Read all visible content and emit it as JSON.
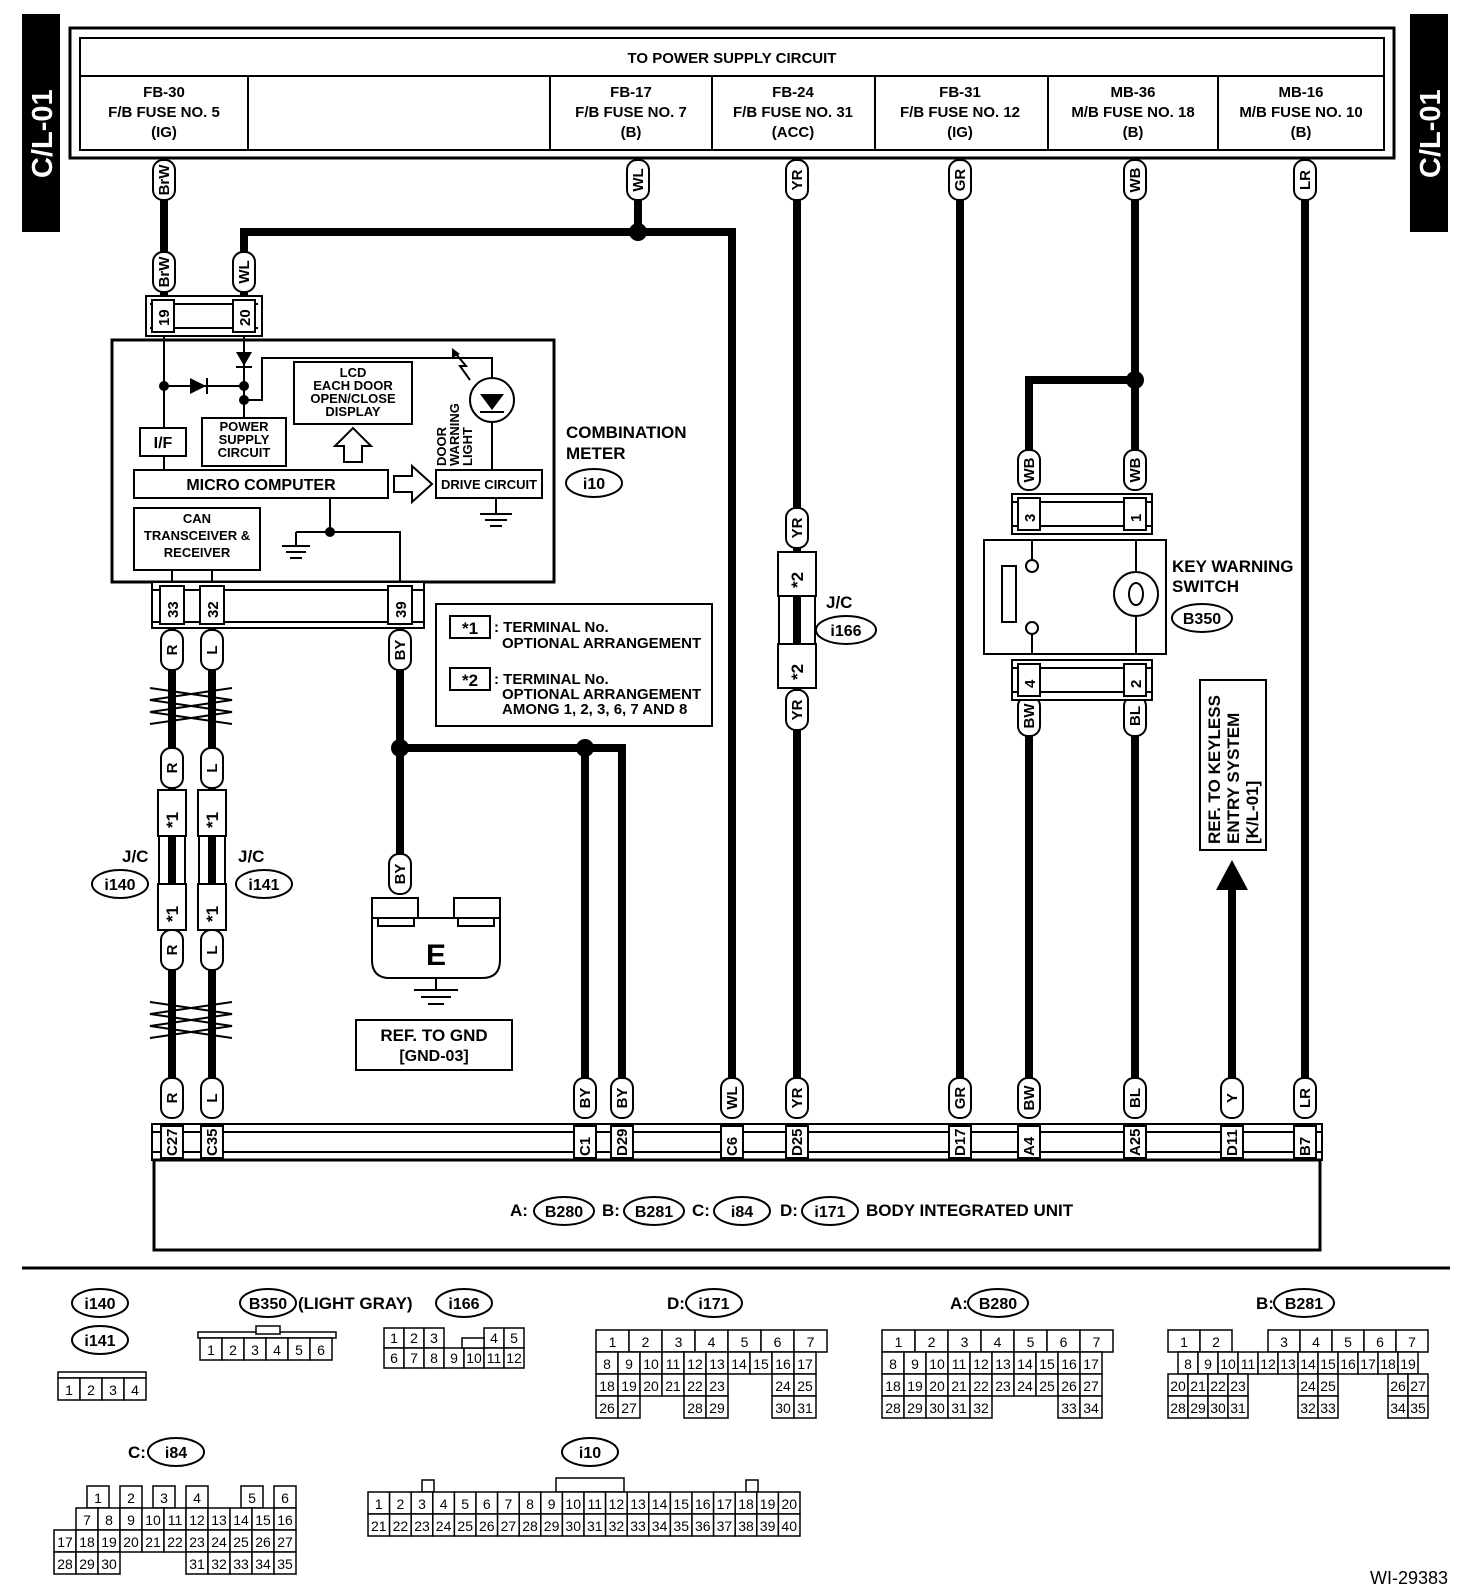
{
  "side_tags": {
    "left": "C/L-01",
    "right": "C/L-01"
  },
  "header": {
    "title": "TO POWER SUPPLY CIRCUIT",
    "fuses": [
      {
        "code": "FB-30",
        "name": "F/B FUSE NO. 5",
        "mode": "(IG)"
      },
      {
        "code": "FB-17",
        "name": "F/B FUSE NO. 7",
        "mode": "(B)"
      },
      {
        "code": "FB-24",
        "name": "F/B FUSE NO. 31",
        "mode": "(ACC)"
      },
      {
        "code": "FB-31",
        "name": "F/B FUSE NO. 12",
        "mode": "(IG)"
      },
      {
        "code": "MB-36",
        "name": "M/B FUSE NO. 18",
        "mode": "(B)"
      },
      {
        "code": "MB-16",
        "name": "M/B FUSE NO. 10",
        "mode": "(B)"
      }
    ]
  },
  "wire_colors": {
    "brw": "BrW",
    "wl": "WL",
    "yr": "YR",
    "gr": "GR",
    "wb": "WB",
    "lr": "LR",
    "by": "BY",
    "r": "R",
    "l": "L",
    "bw": "BW",
    "bl": "BL",
    "y": "Y"
  },
  "combination_meter": {
    "title_line1": "COMBINATION",
    "title_line2": "METER",
    "connector": "i10",
    "pins": [
      "19",
      "20",
      "33",
      "32",
      "39"
    ],
    "lcd_lines": [
      "LCD",
      "EACH DOOR",
      "OPEN/CLOSE",
      "DISPLAY"
    ],
    "power_supply_lines": [
      "POWER",
      "SUPPLY",
      "CIRCUIT"
    ],
    "if_label": "I/F",
    "micro_computer": "MICRO COMPUTER",
    "drive_circuit": "DRIVE CIRCUIT",
    "can_lines": [
      "CAN",
      "TRANSCEIVER &",
      "RECEIVER"
    ],
    "door_light_lines": [
      "DOOR",
      "WARNING",
      "LIGHT"
    ]
  },
  "legend": {
    "mark1": "*1",
    "mark1_lines": [
      ": TERMINAL No.",
      "OPTIONAL ARRANGEMENT"
    ],
    "mark2": "*2",
    "mark2_lines": [
      ": TERMINAL No.",
      "OPTIONAL ARRANGEMENT",
      "AMONG 1, 2, 3, 6, 7 AND 8"
    ]
  },
  "jc": {
    "label": "J/C",
    "i166": "i166",
    "i140": "i140",
    "i141": "i141",
    "mark1": "*1",
    "mark2": "*2"
  },
  "key_warning": {
    "lines": [
      "KEY WARNING",
      "SWITCH"
    ],
    "connector": "B350",
    "pins": [
      "3",
      "1",
      "4",
      "2"
    ]
  },
  "ground": {
    "symbol": "E",
    "ref_lines": [
      "REF. TO GND",
      "[GND-03]"
    ]
  },
  "keyless_ref": [
    "REF. TO KEYLESS",
    "ENTRY SYSTEM",
    "[K/L-01]"
  ],
  "body_unit": {
    "terminals": [
      "C27",
      "C35",
      "C1",
      "D29",
      "C6",
      "D25",
      "D17",
      "A4",
      "A25",
      "D11",
      "B7"
    ],
    "a_label": "A:",
    "a_conn": "B280",
    "b_label": "B:",
    "b_conn": "B281",
    "c_label": "C:",
    "c_conn": "i84",
    "d_label": "D:",
    "d_conn": "i171",
    "name": "BODY INTEGRATED UNIT"
  },
  "connector_views": {
    "i140": "i140",
    "i141": "i141",
    "i140_pins": [
      "1",
      "2",
      "3",
      "4"
    ],
    "b350": "B350",
    "b350_note": "(LIGHT GRAY)",
    "b350_pins": [
      "1",
      "2",
      "3",
      "4",
      "5",
      "6"
    ],
    "i166": "i166",
    "i166_row1": [
      "1",
      "2",
      "3",
      "",
      "4",
      "5"
    ],
    "i166_row2": [
      "6",
      "7",
      "8",
      "9",
      "10",
      "11",
      "12"
    ],
    "d_prefix": "D:",
    "i171": "i171",
    "a_prefix": "A:",
    "b280": "B280",
    "b_prefix": "B:",
    "b281": "B281",
    "c_prefix": "C:",
    "i84": "i84",
    "i10": "i10",
    "grid_a_rows": [
      [
        "1",
        "2",
        "3",
        "4",
        "5",
        "6",
        "7"
      ],
      [
        "8",
        "9",
        "10",
        "11",
        "12",
        "13",
        "14",
        "15",
        "16",
        "17"
      ],
      [
        "18",
        "19",
        "20",
        "21",
        "22",
        "23",
        "24",
        "25",
        "26",
        "27"
      ],
      [
        "28",
        "29",
        "30",
        "31",
        "32",
        "33",
        "34"
      ]
    ],
    "grid_d_rows": [
      [
        "1",
        "2",
        "3",
        "4",
        "5",
        "6",
        "7"
      ],
      [
        "8",
        "9",
        "10",
        "11",
        "12",
        "13",
        "14",
        "15",
        "16",
        "17"
      ],
      [
        "18",
        "19",
        "20",
        "21",
        "22",
        "23",
        "24",
        "25"
      ],
      [
        "26",
        "27",
        "28",
        "29",
        "30",
        "31"
      ]
    ],
    "grid_b_rows": [
      [
        "1",
        "2",
        "3",
        "4",
        "5",
        "6",
        "7"
      ],
      [
        "8",
        "9",
        "10",
        "11",
        "12",
        "13",
        "14",
        "15",
        "16",
        "17",
        "18",
        "19"
      ],
      [
        "20",
        "21",
        "22",
        "23",
        "24",
        "25",
        "26",
        "27"
      ],
      [
        "28",
        "29",
        "30",
        "31",
        "32",
        "33",
        "34",
        "35"
      ]
    ],
    "grid_c_rows": [
      [
        "1",
        "2",
        "3",
        "4",
        "5",
        "6"
      ],
      [
        "7",
        "8",
        "9",
        "10",
        "11",
        "12",
        "13",
        "14",
        "15",
        "16"
      ],
      [
        "17",
        "18",
        "19",
        "20",
        "21",
        "22",
        "23",
        "24",
        "25",
        "26",
        "27"
      ],
      [
        "28",
        "29",
        "30",
        "31",
        "32",
        "33",
        "34",
        "35"
      ]
    ],
    "i10_row1": [
      "1",
      "2",
      "3",
      "4",
      "5",
      "6",
      "7",
      "8",
      "9",
      "10",
      "11",
      "12",
      "13",
      "14",
      "15",
      "16",
      "17",
      "18",
      "19",
      "20"
    ],
    "i10_row2": [
      "21",
      "22",
      "23",
      "24",
      "25",
      "26",
      "27",
      "28",
      "29",
      "30",
      "31",
      "32",
      "33",
      "34",
      "35",
      "36",
      "37",
      "38",
      "39",
      "40"
    ]
  },
  "figure_id": "WI-29383"
}
